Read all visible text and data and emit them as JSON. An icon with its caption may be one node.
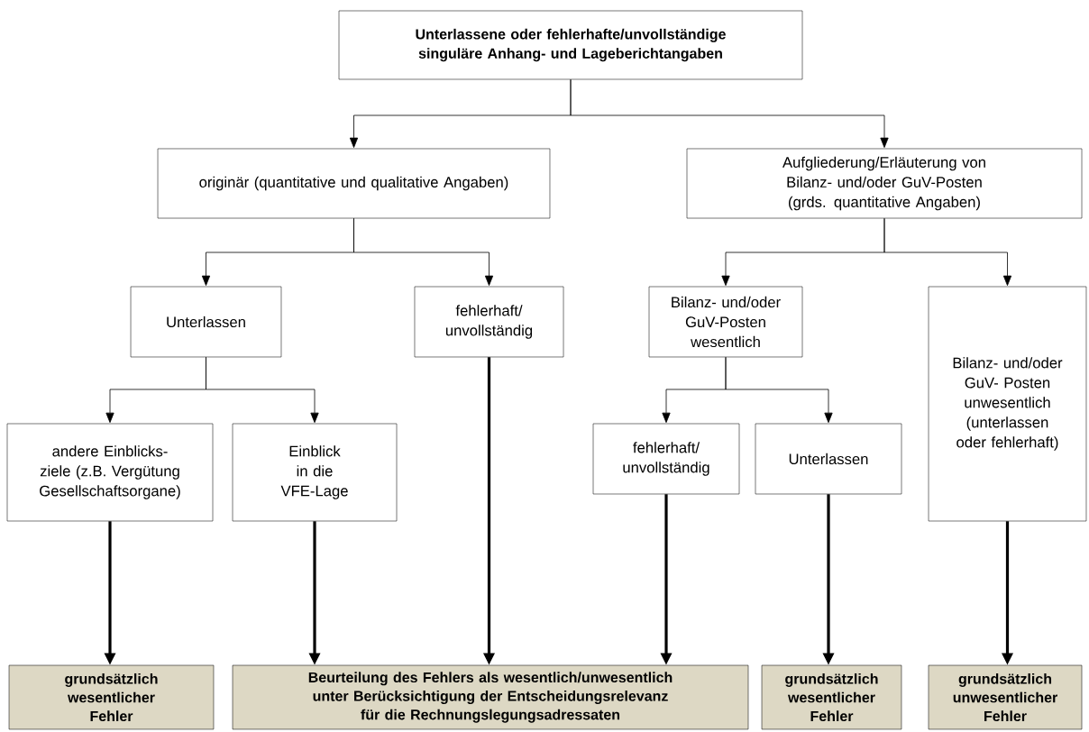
{
  "diagram": {
    "nodes": [
      {
        "text": [
          "Unterlassene  oder fehlerhafte/unvollständige singuläre Anhang- und Lageberichtangaben"
        ]
      },
      {
        "text": [
          "originär (quantitative und qualitative Angaben)"
        ]
      },
      {
        "text": [
          "Aufgliederung/Erläuterung von Bilanz- und/oder GuV-Posten (grds. quantitative Angaben)"
        ]
      },
      {
        "text": [
          "Unterlassen"
        ]
      },
      {
        "text": [
          "fehlerhaft/ unvollständig"
        ]
      },
      {
        "text": [
          "Bilanz- und/oder GuV-Posten wesentlich"
        ]
      },
      {
        "text": [
          "Bilanz- und/oder GuV- Posten unwesentlich (unterlassen oder fehlerhaft)"
        ]
      },
      {
        "text": [
          "andere Einblicks- ziele (z.B. Vergütung Gesellschaftsorgane)"
        ]
      },
      {
        "text": [
          "Einblick in die VFE-Lage"
        ]
      },
      {
        "text": [
          "fehlerhaft/ unvollständig"
        ]
      },
      {
        "text": [
          "Unterlassen"
        ]
      },
      {
        "text": [
          "grundsätzlich wesentlicher Fehler"
        ]
      },
      {
        "text": [
          "Beurteilung des Fehlers als wesentlich/unwesentlich unter Berücksichtigung der Entscheidungsrelevanz für die Rechnungslegungsadressaten"
        ]
      },
      {
        "text": [
          "grundsätzlich wesentlicher Fehler"
        ]
      },
      {
        "text": [
          "grundsätzlich unwesentlicher Fehler"
        ]
      }
    ],
    "edges": [
      {
        "from": 0,
        "to": 1,
        "arrow": "to"
      },
      {
        "from": 0,
        "to": 2,
        "arrow": "to"
      },
      {
        "from": 1,
        "to": 3,
        "arrow": "to"
      },
      {
        "from": 1,
        "to": 4,
        "arrow": "to"
      },
      {
        "from": 2,
        "to": 5,
        "arrow": "to"
      },
      {
        "from": 2,
        "to": 6,
        "arrow": "to"
      },
      {
        "from": 3,
        "to": 7,
        "arrow": "to"
      },
      {
        "from": 3,
        "to": 8,
        "arrow": "to"
      },
      {
        "from": 5,
        "to": 9,
        "arrow": "to"
      },
      {
        "from": 5,
        "to": 10,
        "arrow": "to"
      },
      {
        "from": 7,
        "to": 11,
        "arrow": "to",
        "style": "thick"
      },
      {
        "from": 8,
        "to": 12,
        "arrow": "to",
        "style": "thick"
      },
      {
        "from": 4,
        "to": 12,
        "arrow": "to",
        "style": "thick"
      },
      {
        "from": 9,
        "to": 12,
        "arrow": "to",
        "style": "thick"
      },
      {
        "from": 10,
        "to": 13,
        "arrow": "to",
        "style": "thick"
      },
      {
        "from": 6,
        "to": 14,
        "arrow": "to",
        "style": "thick"
      }
    ]
  }
}
